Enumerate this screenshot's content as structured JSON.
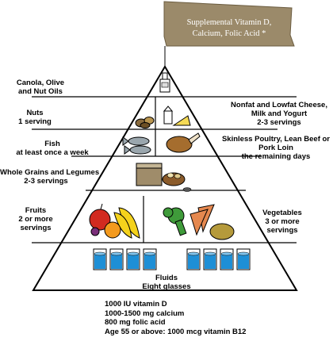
{
  "banner": {
    "line1": "Supplemental Vitamin D,",
    "line2": "Calcium, Folic Acid *",
    "color": "#9b8a6a"
  },
  "tiers": {
    "oils": {
      "line1": "Canola, Olive",
      "line2": "and Nut Oils"
    },
    "nuts": {
      "line1": "Nuts",
      "line2": "1 serving"
    },
    "dairy": {
      "line1": "Nonfat and Lowfat Cheese,",
      "line2": "Milk and Yogurt",
      "line3": "2-3 servings"
    },
    "fish": {
      "line1": "Fish",
      "line2": "at least once a week"
    },
    "poultry": {
      "line1": "Skinless Poultry, Lean Beef or",
      "line2": "Pork Loin",
      "line3": "the remaining days"
    },
    "grains": {
      "line1": "Whole Grains and Legumes",
      "line2": "2-3 servings"
    },
    "fruits": {
      "line1": "Fruits",
      "line2": "2 or more",
      "line3": "servings"
    },
    "vegetables": {
      "line1": "Vegetables",
      "line2": "3 or more",
      "line3": "servings"
    },
    "fluids": {
      "line1": "Fluids",
      "line2": "Eight glasses"
    }
  },
  "notes": [
    "1000 IU vitamin D",
    "1000-1500 mg calcium",
    "800 mg folic acid",
    "Age 55 or above: 1000 mcg vitamin B12"
  ],
  "colors": {
    "water": "#1e8fd6",
    "fish": "#9aa6ad",
    "apple": "#d22a20",
    "banana": "#f4d21c",
    "orange": "#f39a1e",
    "broccoli": "#3f9b3a",
    "carrot": "#e5884f",
    "potato": "#b59a3b",
    "chicken": "#a56d2e",
    "bread": "#9f8c6a"
  }
}
